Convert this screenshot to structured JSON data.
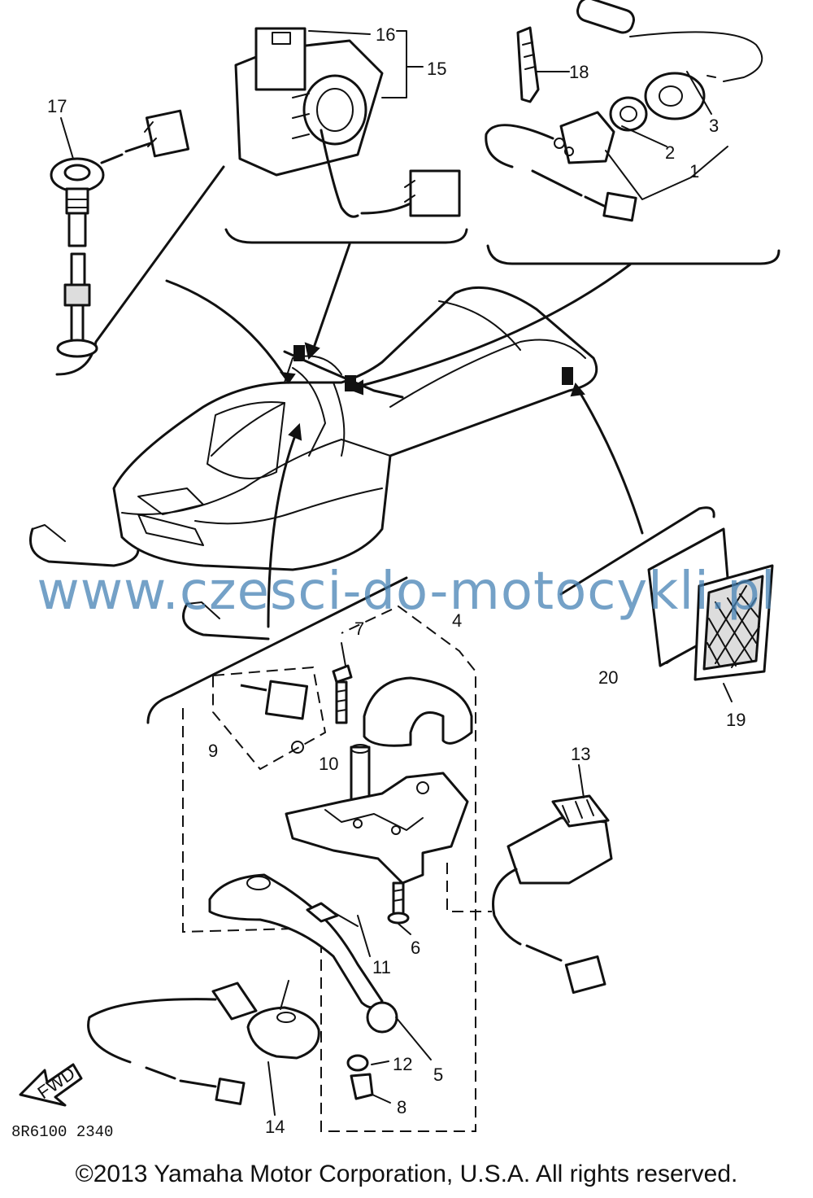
{
  "diagram": {
    "callouts": {
      "n1": "1",
      "n2": "2",
      "n3": "3",
      "n4": "4",
      "n5": "5",
      "n6": "6",
      "n7": "7",
      "n8": "8",
      "n9": "9",
      "n10": "10",
      "n11": "11",
      "n12": "12",
      "n13": "13",
      "n14": "14",
      "n15": "15",
      "n16": "16",
      "n17": "17",
      "n18": "18",
      "n19": "19",
      "n20": "20"
    },
    "fwd_label": "FWD",
    "drawing_code": "8R6100 2340"
  },
  "watermark": "www.czesci-do-motocykli.pl",
  "copyright": "©2013 Yamaha Motor Corporation, U.S.A. All rights reserved."
}
